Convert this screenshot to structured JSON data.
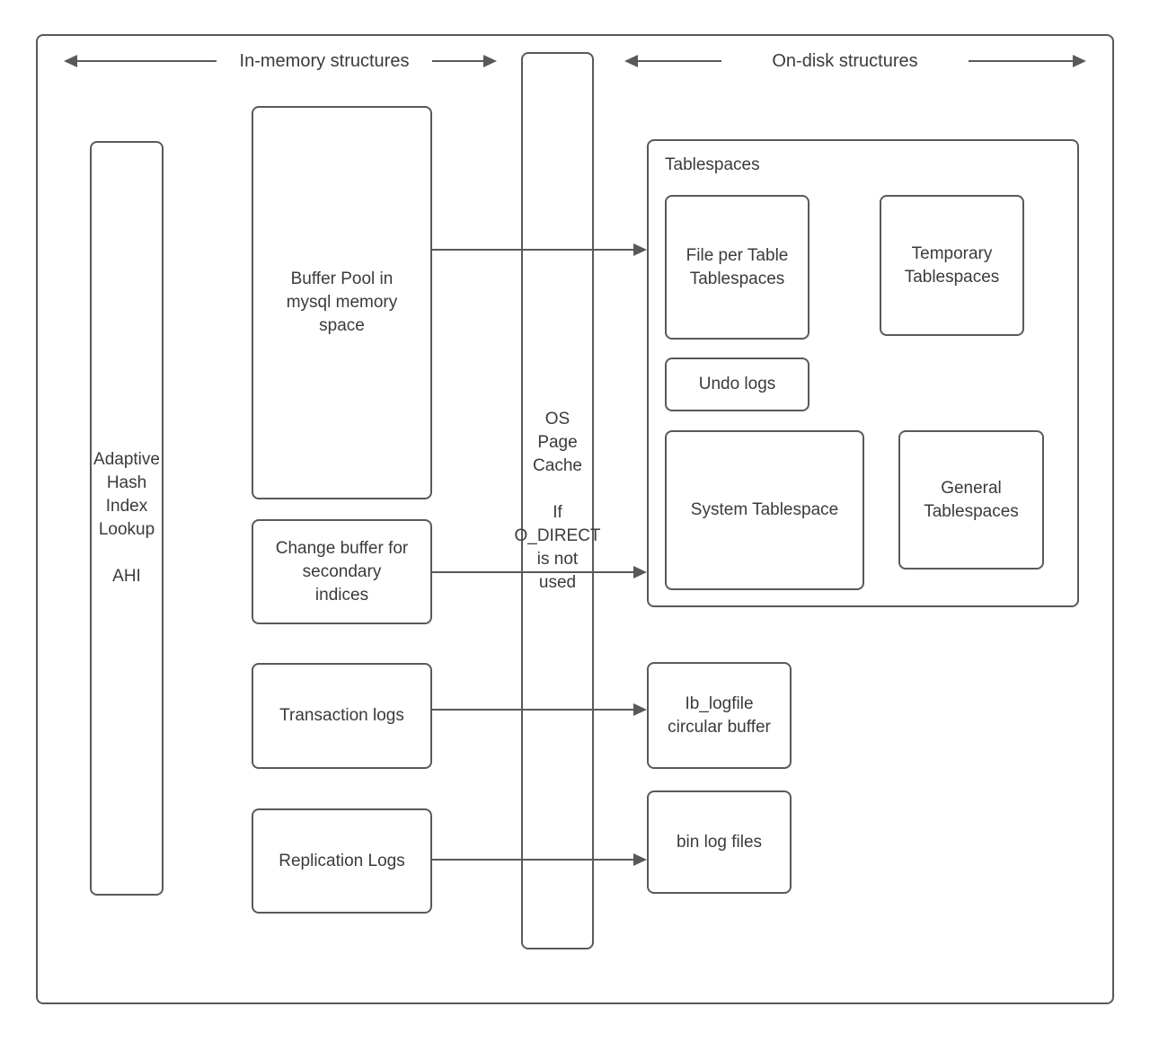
{
  "theme": {
    "line_color": "#595959",
    "text_color": "#3b3b3b",
    "background": "#ffffff"
  },
  "headers": {
    "in_memory": {
      "label": "In-memory structures"
    },
    "on_disk": {
      "label": "On-disk structures"
    }
  },
  "nodes": {
    "adaptive_hash_index": {
      "label": "Adaptive Hash Index Lookup\n\nAHI"
    },
    "buffer_pool": {
      "label": "Buffer Pool in\nmysql memory\nspace"
    },
    "change_buffer": {
      "label": "Change buffer for\nsecondary\nindices"
    },
    "transaction_logs": {
      "label": "Transaction logs"
    },
    "replication_logs": {
      "label": "Replication Logs"
    },
    "os_page_cache": {
      "label": "OS\nPage\nCache\n\nIf\nO_DIRECT\nis not\nused"
    },
    "tablespaces_group": {
      "label": "Tablespaces"
    },
    "file_per_table": {
      "label": "File per Table\nTablespaces"
    },
    "temporary_tablespaces": {
      "label": "Temporary\nTablespaces"
    },
    "undo_logs": {
      "label": "Undo logs"
    },
    "system_tablespace": {
      "label": "System Tablespace"
    },
    "general_tablespaces": {
      "label": "General\nTablespaces"
    },
    "ib_logfile": {
      "label": "Ib_logfile\ncircular buffer"
    },
    "bin_log_files": {
      "label": "bin log files"
    }
  },
  "edges": [
    {
      "from": "buffer_pool",
      "to": "tablespaces_group"
    },
    {
      "from": "change_buffer",
      "to": "tablespaces_group"
    },
    {
      "from": "transaction_logs",
      "to": "ib_logfile"
    },
    {
      "from": "replication_logs",
      "to": "bin_log_files"
    }
  ]
}
